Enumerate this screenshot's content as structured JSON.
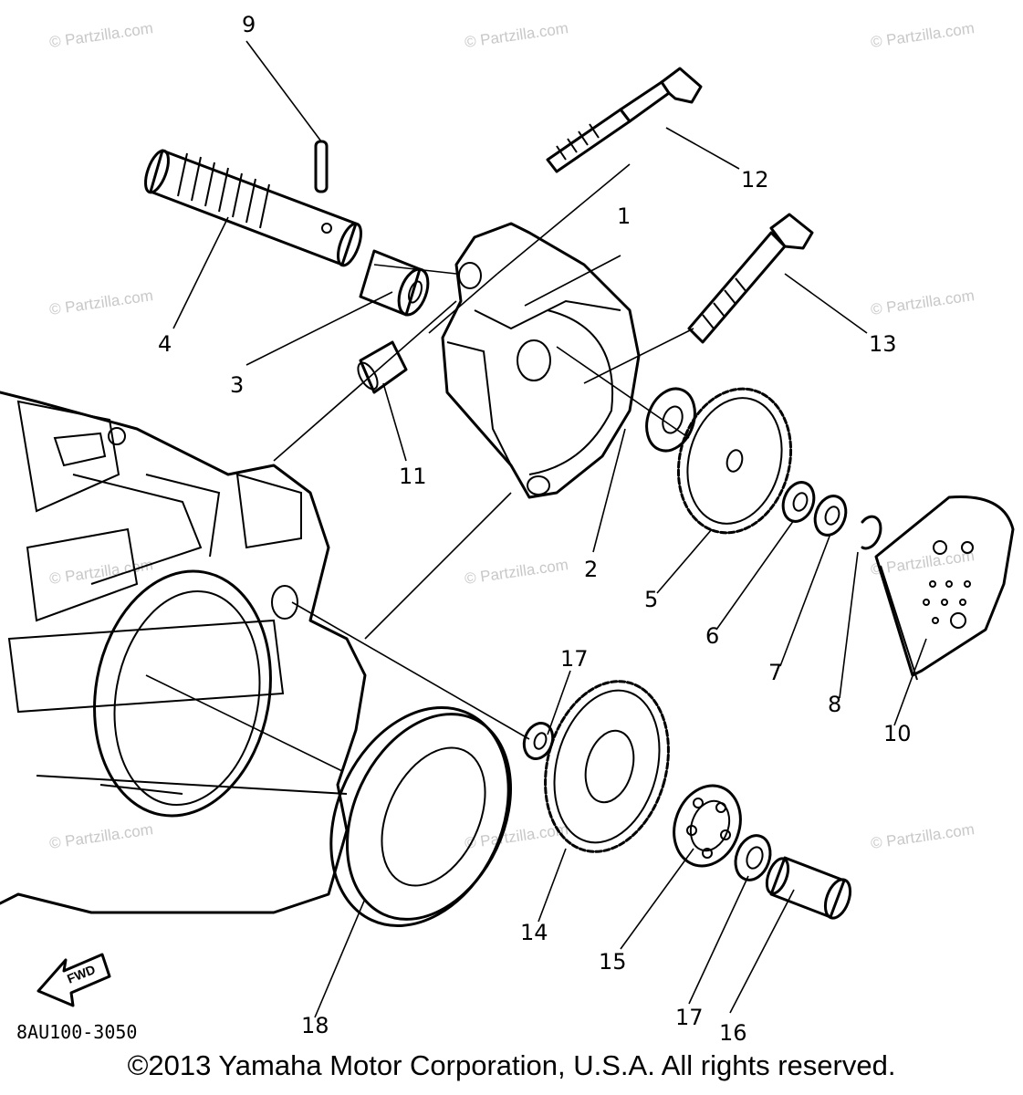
{
  "watermark": "© Partzilla.com",
  "diagram_code": "8AU100-3050",
  "fwd_label": "FWD",
  "copyright": "©2013  Yamaha Motor Corporation, U.S.A. All rights reserved.",
  "callouts": {
    "c1": "1",
    "c2": "2",
    "c3": "3",
    "c4": "4",
    "c5": "5",
    "c6": "6",
    "c7": "7",
    "c8": "8",
    "c9": "9",
    "c10": "10",
    "c11": "11",
    "c12": "12",
    "c13": "13",
    "c14": "14",
    "c15": "15",
    "c16": "16",
    "c17a": "17",
    "c17b": "17",
    "c18": "18"
  }
}
